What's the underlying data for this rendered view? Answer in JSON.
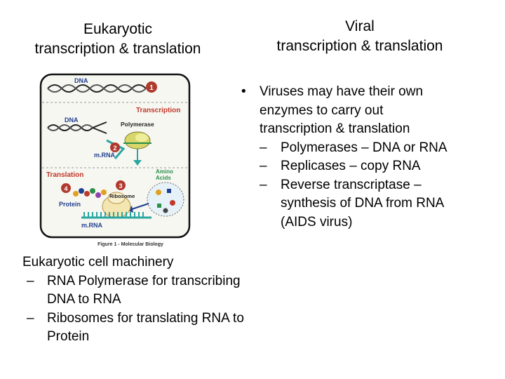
{
  "left_title": {
    "line1": "Eukaryotic",
    "line2": "transcription & translation"
  },
  "right_title": {
    "line1": "Viral",
    "line2": "transcription & translation"
  },
  "viral_points": {
    "bullet": "Viruses may have their own enzymes to carry out transcription & translation",
    "bullet_lines": [
      "Viruses may have their own",
      "enzymes to carry out",
      "transcription & translation"
    ],
    "subs": [
      {
        "lines": [
          "Polymerases – DNA or RNA"
        ]
      },
      {
        "lines": [
          "Replicases – copy RNA"
        ]
      },
      {
        "lines": [
          "Reverse transcriptase –",
          "synthesis of DNA from RNA",
          "(AIDS virus)"
        ]
      }
    ]
  },
  "eukaryotic_machinery": {
    "heading": "Eukaryotic cell machinery",
    "subs": [
      {
        "lines": [
          "RNA Polymerase for transcribing",
          "DNA to RNA"
        ]
      },
      {
        "lines": [
          "Ribosomes for translating RNA to",
          "Protein"
        ]
      }
    ]
  },
  "figure": {
    "labels": {
      "dna_top": "DNA",
      "transcription": "Transcription",
      "dna_mid": "DNA",
      "polymerase": "Polymerase",
      "mrna_mid": "m.RNA",
      "translation": "Translation",
      "amino_acids_1": "Amino",
      "amino_acids_2": "Acids",
      "ribosome": "Ribosome",
      "protein": "Protein",
      "mrna_bottom": "m.RNA",
      "caption": "Figure 1 - Molecular Biology"
    },
    "steps": [
      "1",
      "2",
      "3",
      "4"
    ],
    "colors": {
      "label_blue": "#1f3f8f",
      "label_red": "#c0392b",
      "step_red": "#b03a2e",
      "panel_border": "#111111",
      "dashed": "#888888"
    }
  }
}
